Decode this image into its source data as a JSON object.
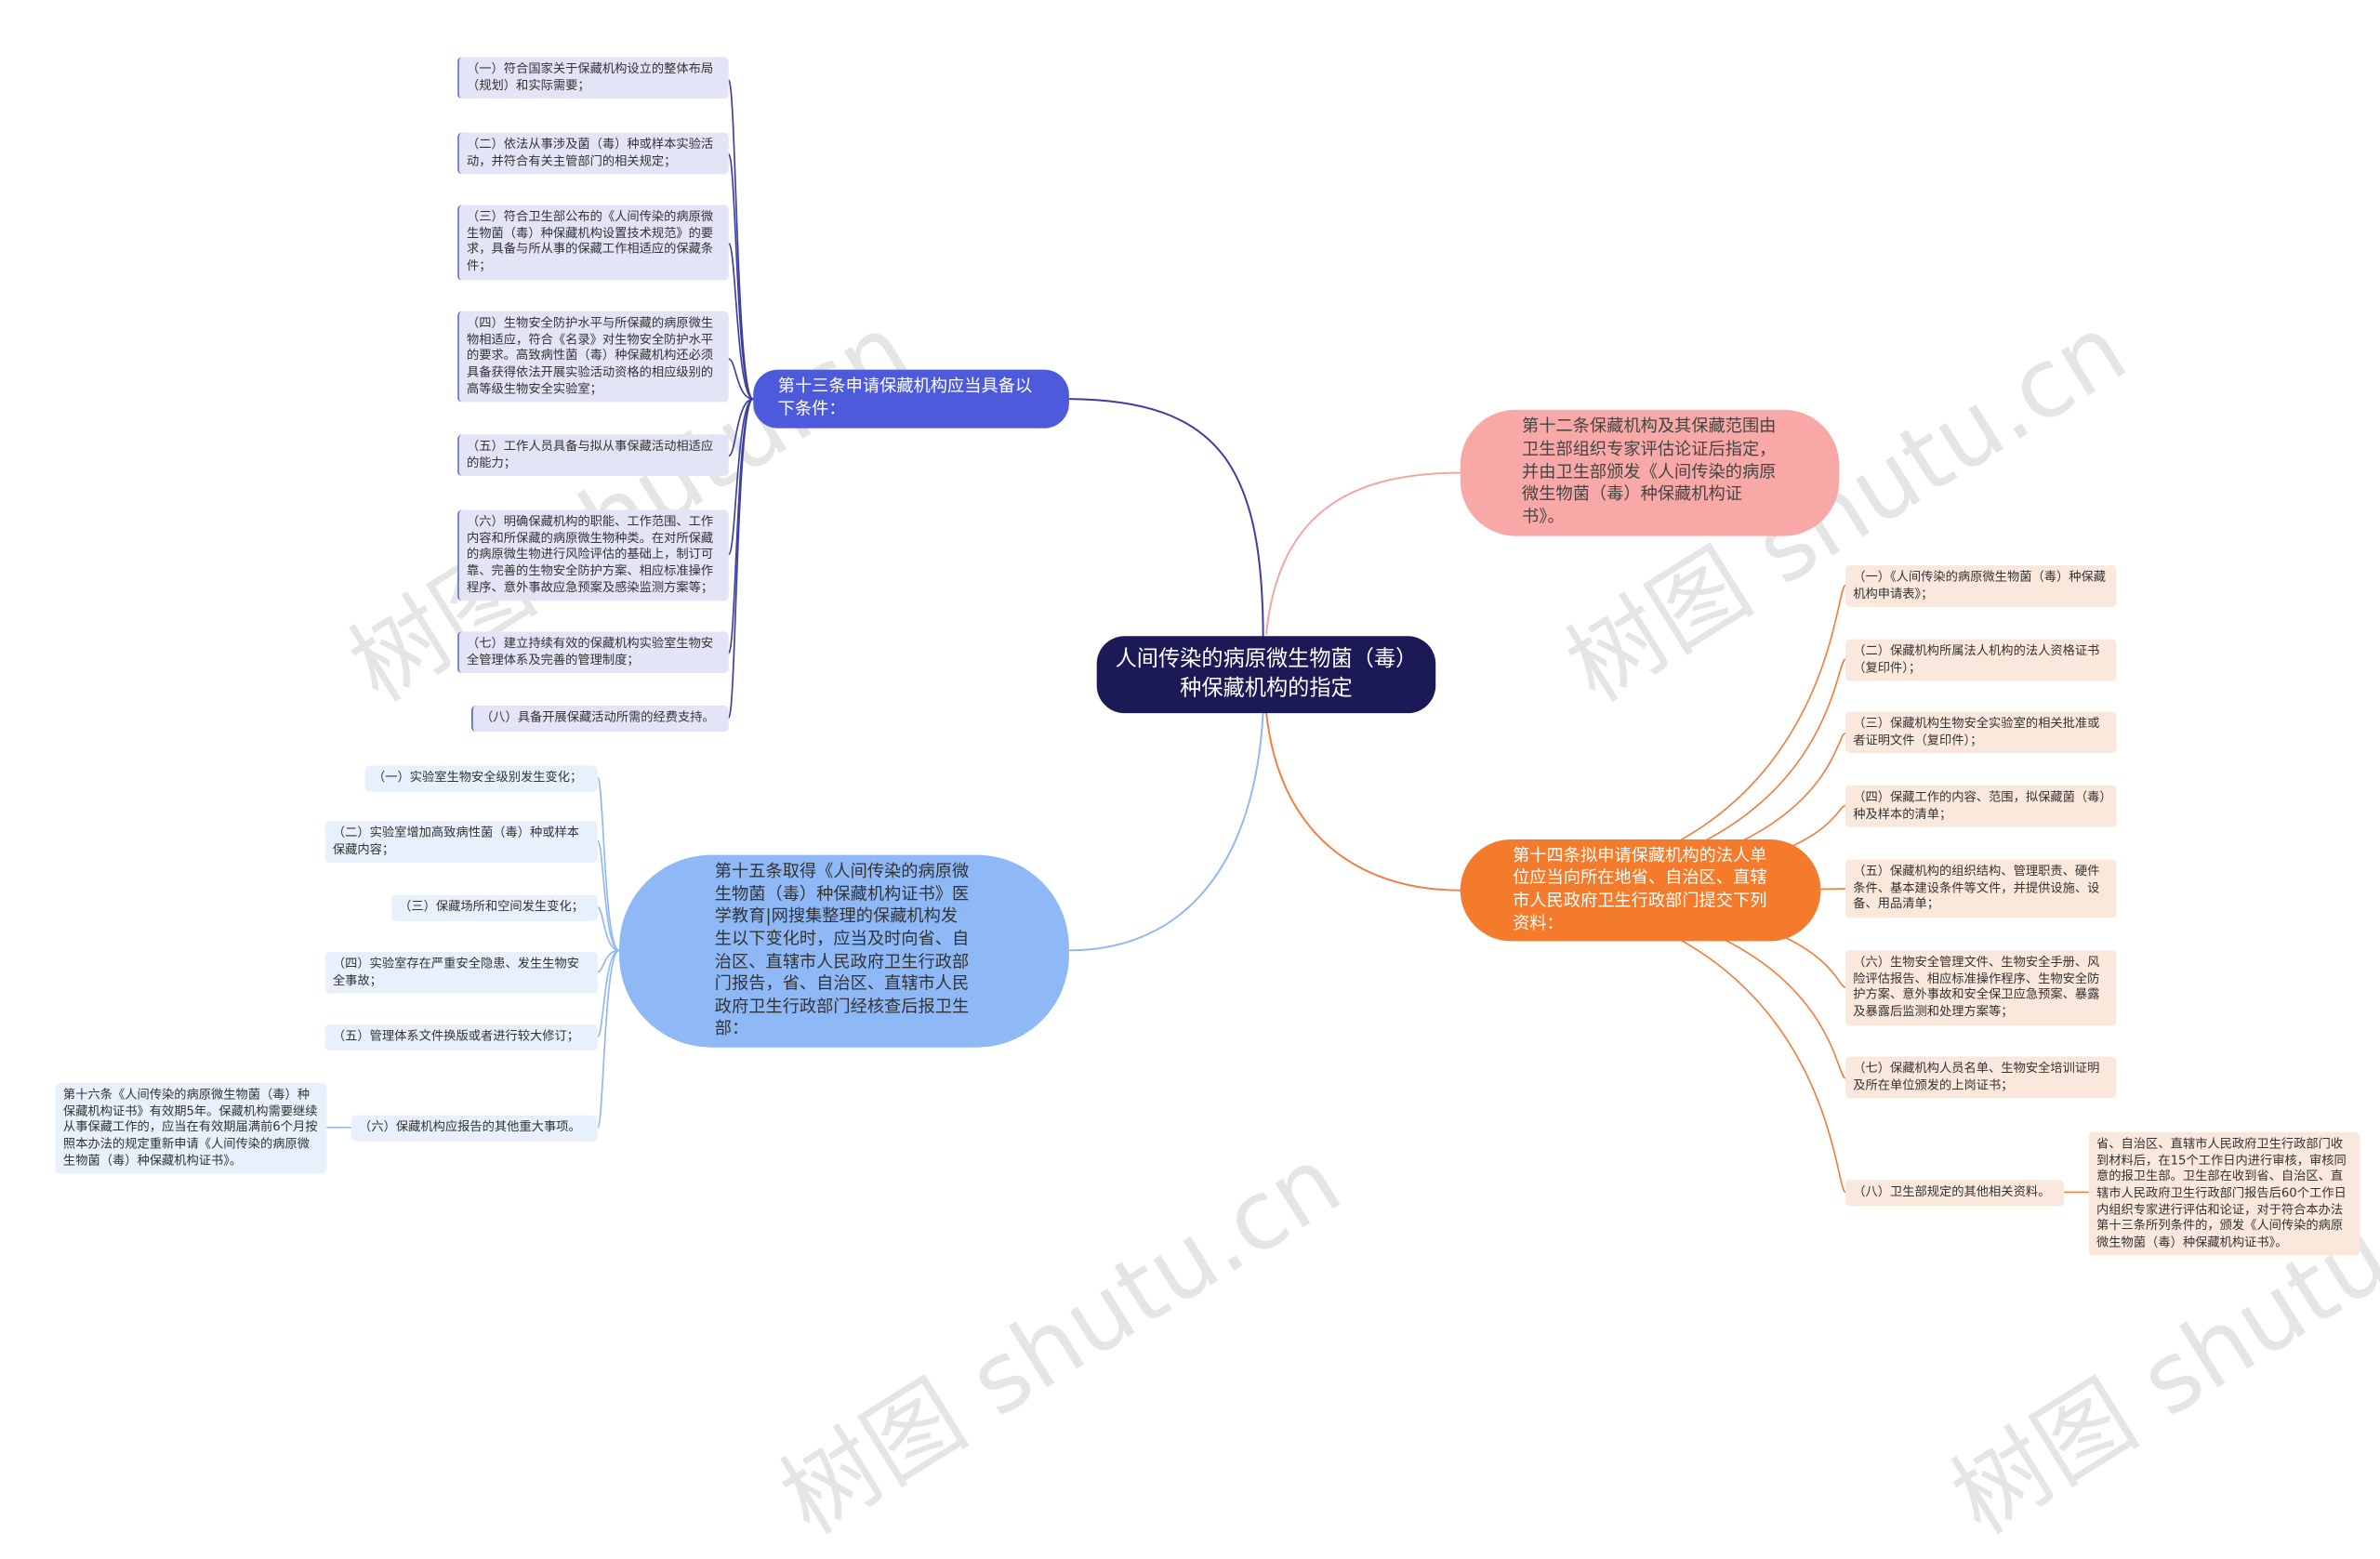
{
  "root": {
    "label": "人间传染的病原微生物菌（毒）种保藏机构的指定"
  },
  "b13": {
    "label": "第十三条申请保藏机构应当具备以下条件：",
    "items": [
      "（一）符合国家关于保藏机构设立的整体布局（规划）和实际需要；",
      "（二）依法从事涉及菌（毒）种或样本实验活动，并符合有关主管部门的相关规定；",
      "（三）符合卫生部公布的《人间传染的病原微生物菌（毒）种保藏机构设置技术规范》的要求，具备与所从事的保藏工作相适应的保藏条件；",
      "（四）生物安全防护水平与所保藏的病原微生物相适应，符合《名录》对生物安全防护水平的要求。高致病性菌（毒）种保藏机构还必须具备获得依法开展实验活动资格的相应级别的高等级生物安全实验室；",
      "（五）工作人员具备与拟从事保藏活动相适应的能力；",
      "（六）明确保藏机构的职能、工作范围、工作内容和所保藏的病原微生物种类。在对所保藏的病原微生物进行风险评估的基础上，制订可靠、完善的生物安全防护方案、相应标准操作程序、意外事故应急预案及感染监测方案等；",
      "（七）建立持续有效的保藏机构实验室生物安全管理体系及完善的管理制度；",
      "（八）具备开展保藏活动所需的经费支持。"
    ]
  },
  "b12": {
    "label": "第十二条保藏机构及其保藏范围由卫生部组织专家评估论证后指定，并由卫生部颁发《人间传染的病原微生物菌（毒）种保藏机构证书》。"
  },
  "b14": {
    "label": "第十四条拟申请保藏机构的法人单位应当向所在地省、自治区、直辖市人民政府卫生行政部门提交下列资料：",
    "items": [
      "（一）《人间传染的病原微生物菌（毒）种保藏机构申请表》；",
      "（二）保藏机构所属法人机构的法人资格证书（复印件）；",
      "（三）保藏机构生物安全实验室的相关批准或者证明文件（复印件）；",
      "（四）保藏工作的内容、范围，拟保藏菌（毒）种及样本的清单；",
      "（五）保藏机构的组织结构、管理职责、硬件条件、基本建设条件等文件，并提供设施、设备、用品清单；",
      "（六）生物安全管理文件、生物安全手册、风险评估报告、相应标准操作程序、生物安全防护方案、意外事故和安全保卫应急预案、暴露及暴露后监测和处理方案等；",
      "（七）保藏机构人员名单、生物安全培训证明及所在单位颁发的上岗证书；",
      "（八）卫生部规定的其他相关资料。"
    ],
    "sub8": "省、自治区、直辖市人民政府卫生行政部门收到材料后，在15个工作日内进行审核，审核同意的报卫生部。卫生部在收到省、自治区、直辖市人民政府卫生行政部门报告后60个工作日内组织专家进行评估和论证，对于符合本办法第十三条所列条件的，颁发《人间传染的病原微生物菌（毒）种保藏机构证书》。"
  },
  "b15": {
    "label": "第十五条取得《人间传染的病原微生物菌（毒）种保藏机构证书》医学教育|网搜集整理的保藏机构发生以下变化时，应当及时向省、自治区、直辖市人民政府卫生行政部门报告，省、自治区、直辖市人民政府卫生行政部门经核查后报卫生部：",
    "items": [
      "（一）实验室生物安全级别发生变化；",
      "（二）实验室增加高致病性菌（毒）种或样本保藏内容；",
      "（三）保藏场所和空间发生变化；",
      "（四）实验室存在严重安全隐患、发生生物安全事故；",
      "（五）管理体系文件换版或者进行较大修订；",
      "（六）保藏机构应报告的其他重大事项。"
    ],
    "sub6": "第十六条《人间传染的病原微生物菌（毒）种保藏机构证书》有效期5年。保藏机构需要继续从事保藏工作的，应当在有效期届满前6个月按照本办法的规定重新申请《人间传染的病原微生物菌（毒）种保藏机构证书》。"
  },
  "watermark": "树图 shutu.cn",
  "colors": {
    "root": "#1b1a57",
    "purple": "#4d5adb",
    "pink": "#f8a9a7",
    "orange": "#f47a2c",
    "blue": "#8fb8f6"
  }
}
